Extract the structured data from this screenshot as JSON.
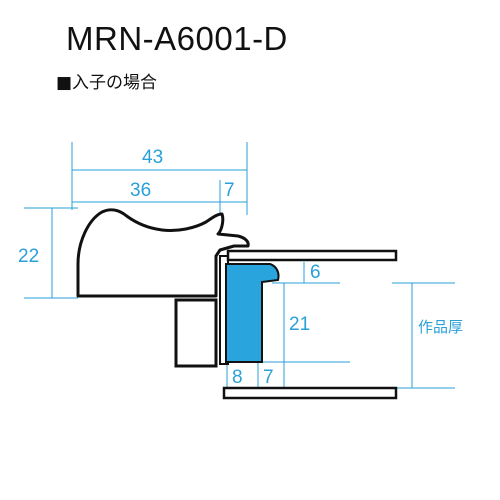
{
  "title": "MRN-A6001-D",
  "subtitle": "■入子の場合",
  "dimensions": {
    "overall_width": "43",
    "face_width": "36",
    "lip_width": "7",
    "height": "22",
    "rabbet_depth": "6",
    "insert_depth": "21",
    "bottom_left": "8",
    "bottom_right": "7",
    "artwork_thickness": "作品厚"
  },
  "colors": {
    "dimension": "#2aa0d8",
    "insert_fill": "#29a4dc",
    "outline": "#111111"
  }
}
